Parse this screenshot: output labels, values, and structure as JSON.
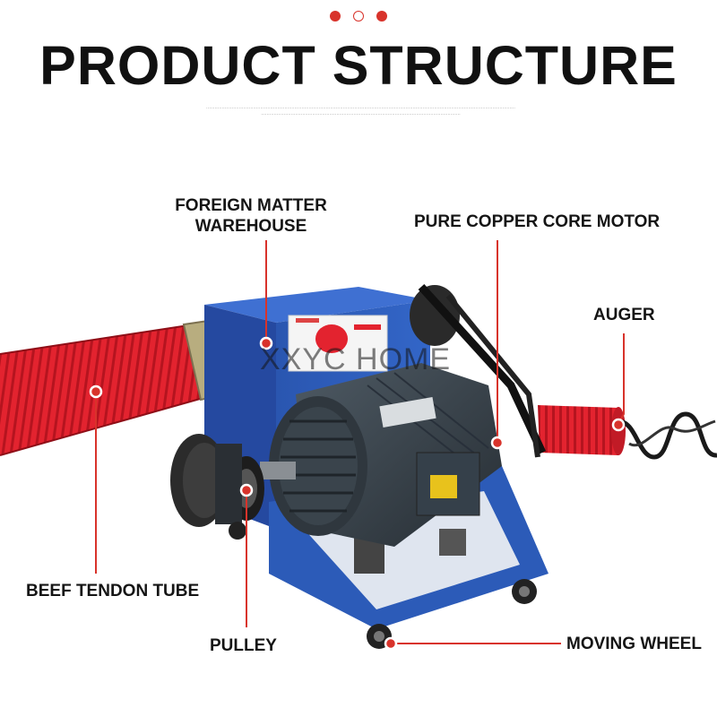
{
  "header": {
    "title": "PRODUCT STRUCTURE",
    "indicator_dots": [
      {
        "state": "filled"
      },
      {
        "state": "hollow"
      },
      {
        "state": "filled"
      }
    ]
  },
  "callouts": {
    "foreign_matter_warehouse": "FOREIGN MATTER\nWAREHOUSE",
    "pure_copper_core_motor": "PURE COPPER CORE MOTOR",
    "auger": "AUGER",
    "beef_tendon_tube": "BEEF TENDON TUBE",
    "pulley": "PULLEY",
    "moving_wheel": "MOVING WHEEL"
  },
  "watermark": "XXYC HOME",
  "colors": {
    "accent_red": "#d8332b",
    "tube_red": "#e3232f",
    "machine_blue": "#2c5bb8",
    "motor_gray": "#3d4750"
  }
}
